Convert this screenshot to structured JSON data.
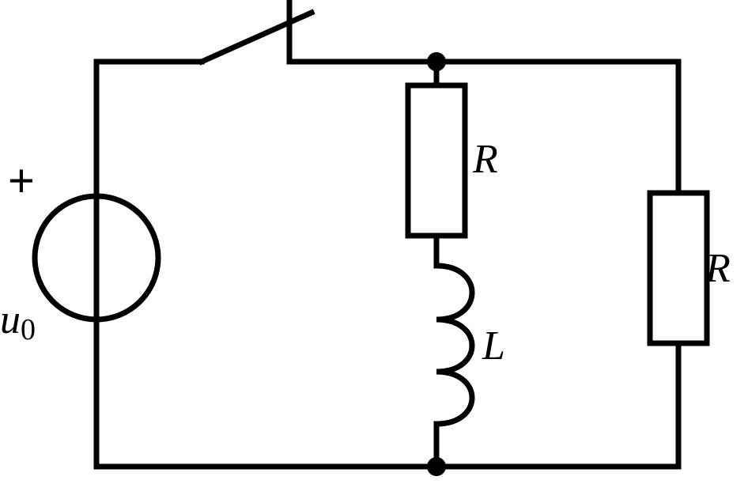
{
  "diagram": {
    "source": {
      "symbol_main": "u",
      "symbol_sub": "0",
      "polarity": "+"
    },
    "components": {
      "upper_resistor": "R",
      "inductor": "L",
      "right_resistor": "R"
    },
    "colors": {
      "line": "#000000",
      "background": "#ffffff"
    }
  }
}
